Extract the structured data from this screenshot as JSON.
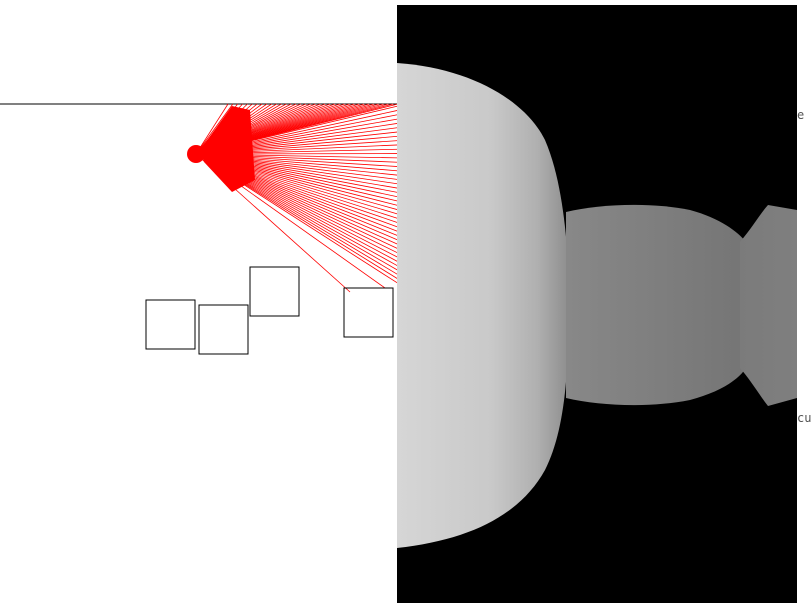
{
  "app": {
    "title": ""
  },
  "colors": {
    "background": "#ffffff",
    "wall": "#000000",
    "rays": "#ff0000",
    "player": "#ff0000",
    "box_outline": "#000000",
    "viewport_background": "#000000",
    "floor_near": "#d6d6d6",
    "floor_far": "#7a7a7a",
    "side_text": "#555555"
  },
  "overlay_text": {
    "side_text_1": "e (",
    "side_text_2": "cu"
  },
  "scene": {
    "player_label": "",
    "box_count": 4,
    "ray_count": 80
  }
}
